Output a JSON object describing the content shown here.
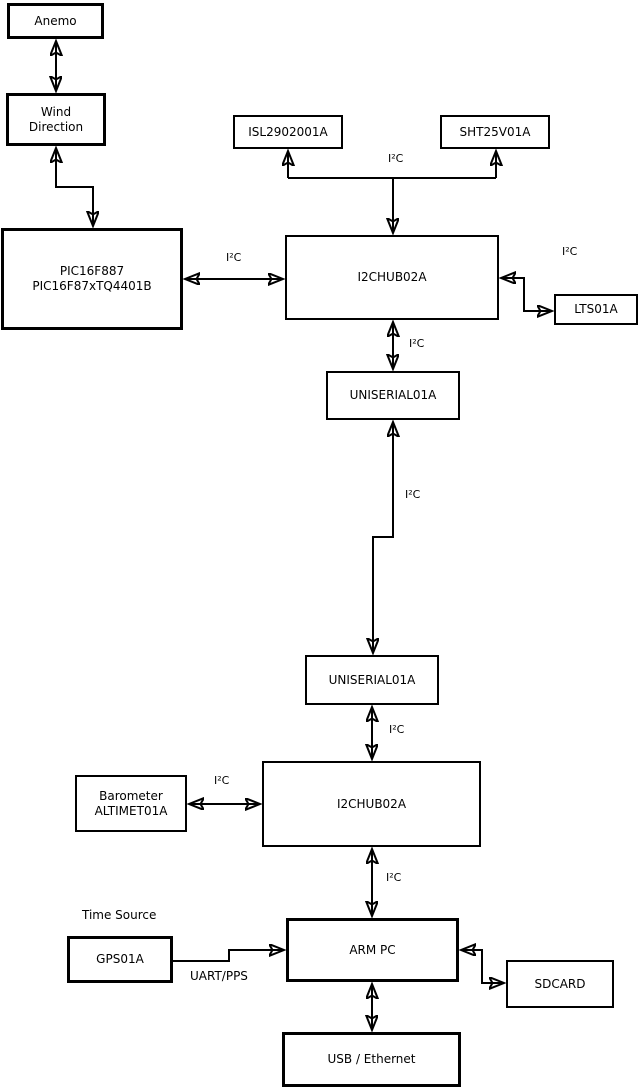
{
  "diagram": {
    "background": "#ffffff",
    "line_color": "#000000",
    "nodes": {
      "anemo": {
        "label": "Anemo"
      },
      "wind_direction": {
        "line1": "Wind",
        "line2": "Direction"
      },
      "pic": {
        "line1": "PIC16F887",
        "line2": "PIC16F87xTQ4401B"
      },
      "isl": {
        "label": "ISL2902001A"
      },
      "sht": {
        "label": "SHT25V01A"
      },
      "i2chub_top": {
        "label": "I2CHUB02A"
      },
      "lts": {
        "label": "LTS01A"
      },
      "uniserial_top": {
        "label": "UNISERIAL01A"
      },
      "uniserial_bottom": {
        "label": "UNISERIAL01A"
      },
      "i2chub_bottom": {
        "label": "I2CHUB02A"
      },
      "barometer": {
        "line1": "Barometer",
        "line2": "ALTIMET01A"
      },
      "gps": {
        "label": "GPS01A"
      },
      "arm_pc": {
        "label": "ARM PC"
      },
      "sdcard": {
        "label": "SDCARD"
      },
      "usb_ethernet": {
        "label": "USB / Ethernet"
      }
    },
    "labels": {
      "i2c": "I²C",
      "uart_pps": "UART/PPS",
      "time_source": "Time Source"
    }
  }
}
